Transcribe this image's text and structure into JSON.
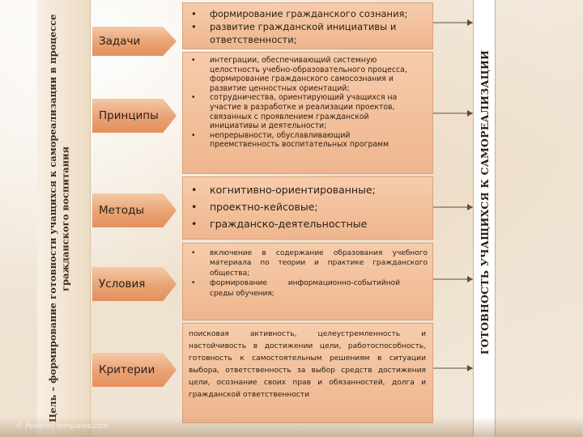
{
  "goal": {
    "text": "Цель – формирование готовности учащихся к самореализации в процессе гражданского воспитания"
  },
  "outcome": {
    "text": "ГОТОВНОСТЬ УЧАЩИХСЯ К САМОРЕАЛИЗАЦИИ"
  },
  "watermark": "© Powered templates.com",
  "rows": [
    {
      "label": "Задачи",
      "items": [
        "формирование гражданского сознания;",
        "развитие гражданской инициативы и ответственности;"
      ]
    },
    {
      "label": "Принципы",
      "items": [
        "интеграции, обеспечивающий системную целостность учебно-образовательного процесса, формирование гражданского самосознания и развитие ценностных ориентаций;",
        "сотрудничества, ориентирующий учащихся на участие в разработке и реализации проектов, связанных с проявлением гражданской инициативы и деятельности;",
        "непрерывности, обуславливающий преемственность воспитательных программ"
      ]
    },
    {
      "label": "Методы",
      "items": [
        "когнитивно-ориентированные;",
        "проектно-кейсовые;",
        "гражданско-деятельностные"
      ]
    },
    {
      "label": "Условия",
      "items": [
        "включение в содержание образования учебного материала по теории и практике гражданского общества;",
        "формирование информационно-событийной среды обучения;"
      ]
    },
    {
      "label": "Критерии",
      "text": "поисковая активность, целеустремленность и настойчивость в достижении цели, работоспособность, готовность к самостоятельным решениям в ситуации выбора, ответственность за выбор средств достижения цели, осознание своих прав и обязанностей, долга и гражданской ответственности"
    }
  ]
}
